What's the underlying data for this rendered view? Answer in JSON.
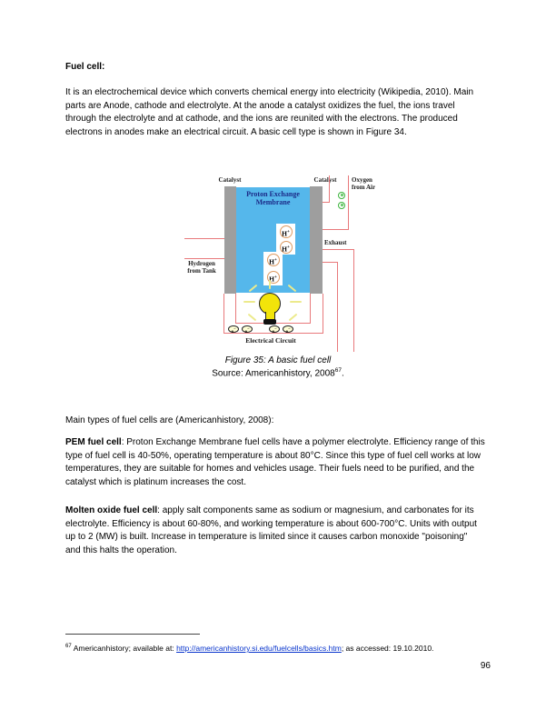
{
  "heading": "Fuel cell:",
  "intro": {
    "lines": [
      "It is an electrochemical device which converts chemical energy into electricity (Wikipedia, 2010). Main",
      "parts are Anode, cathode and electrolyte. At the anode a catalyst oxidizes the fuel, the ions travel",
      "through the electrolyte and at cathode, and the ions are reunited with the electrons. The produced",
      "electrons in anodes make an electrical circuit.  A basic cell type is shown in Figure 34."
    ]
  },
  "figure": {
    "caption": "Figure 35: A basic fuel cell",
    "source_prefix": "Source: Americanhistory, 2008",
    "source_sup": "67",
    "source_suffix": ".",
    "labels": {
      "catalyst_left": "Catalyst",
      "catalyst_right": "Catalyst",
      "membrane": "Proton Exchange Membrane",
      "oxygen": "Oxygen from Air",
      "exhaust": "Exhaust",
      "hydrogen": "Hydrogen from Tank",
      "electrical_circuit": "Electrical Circuit",
      "hplus_base": "H",
      "hplus_sup": "+",
      "electron_base": "e",
      "electron_sup": "−"
    },
    "colors": {
      "membrane_blue": "#55b7eb",
      "electrode_gray": "#9e9e9e",
      "pipe_red": "#e8797b",
      "bulb_yellow": "#f2e40a",
      "oxygen_green": "#3cb53c",
      "hplus_orange": "#dc9a62",
      "membrane_text_navy": "#1b2a88"
    }
  },
  "main_types_line": "Main types of fuel cells are (Americanhistory, 2008):",
  "pem": {
    "lead": "PEM fuel cell",
    "lines": [
      ": Proton Exchange Membrane fuel cells have a polymer electrolyte. Efficiency range of this",
      "type of fuel cell is 40-50%, operating temperature is about 80°C. Since this type of fuel cell works at low",
      "temperatures, they are suitable for homes and vehicles usage. Their fuels need to be purified, and the",
      "catalyst which is platinum increases the cost."
    ]
  },
  "molten": {
    "lead": "Molten oxide fuel cell",
    "lines": [
      ": apply salt components same as sodium or magnesium, and carbonates for its",
      "electrolyte. Efficiency is about 60-80%, and working temperature is about 600-700°C. Units with output",
      "up to 2 (MW) is built. Increase in temperature is limited since it causes carbon monoxide \"poisoning\"",
      "and this halts the operation."
    ]
  },
  "footnote": {
    "sup": "67",
    "text_before_link": "Americanhistory; available at: ",
    "link": "http://americanhistory.si.edu/fuelcells/basics.htm",
    "text_after_link": "; as accessed: 19.10.2010.",
    "link_color": "#0633cc"
  },
  "page_number": "96"
}
